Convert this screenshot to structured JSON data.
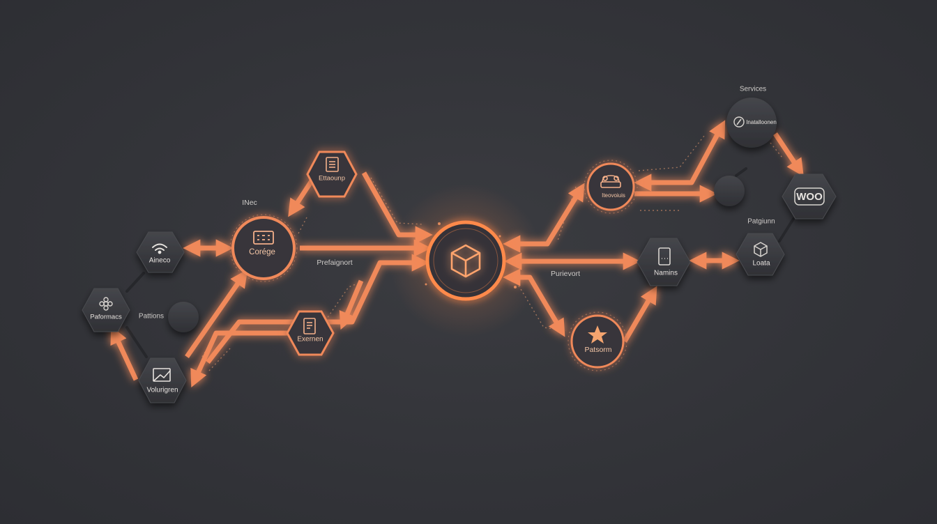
{
  "colors": {
    "background": "#36373c",
    "accent": "#f0895a",
    "accent_glow": "#ff9a62",
    "node_dark": "#3a3b40",
    "text": "#e7e3df"
  },
  "hub": {
    "icon": "cube-icon"
  },
  "nodes": {
    "wifi": {
      "label": "Aineco",
      "icon": "wifi-icon"
    },
    "hex_left": {
      "label": "Paformacs",
      "icon": "gear-flower-icon"
    },
    "vol": {
      "label": "Volurigren",
      "icon": "mail-chart-icon"
    },
    "core": {
      "label": "Corége",
      "icon": "keyboard-icon"
    },
    "top_left": {
      "label": "Ettaounp",
      "icon": "document-icon"
    },
    "exam": {
      "label": "Exernen",
      "icon": "tablet-icon"
    },
    "right_top": {
      "label": "Iteovoiuis",
      "icon": "car-icon"
    },
    "install": {
      "label": "Inatalloonen",
      "icon": "tool-icon"
    },
    "woo": {
      "label": "WOO"
    },
    "nams": {
      "label": "Namins",
      "icon": "phone-icon"
    },
    "loata": {
      "label": "Loata",
      "icon": "box-icon"
    },
    "patsom": {
      "label": "Patsorm",
      "icon": "star-icon"
    }
  },
  "labels": {
    "inec": "INec",
    "pattions": "Pattions",
    "prefaignort": "Prefaignort",
    "purievort": "Purievort",
    "services": "Services",
    "patgiunn": "Patgiunn"
  }
}
